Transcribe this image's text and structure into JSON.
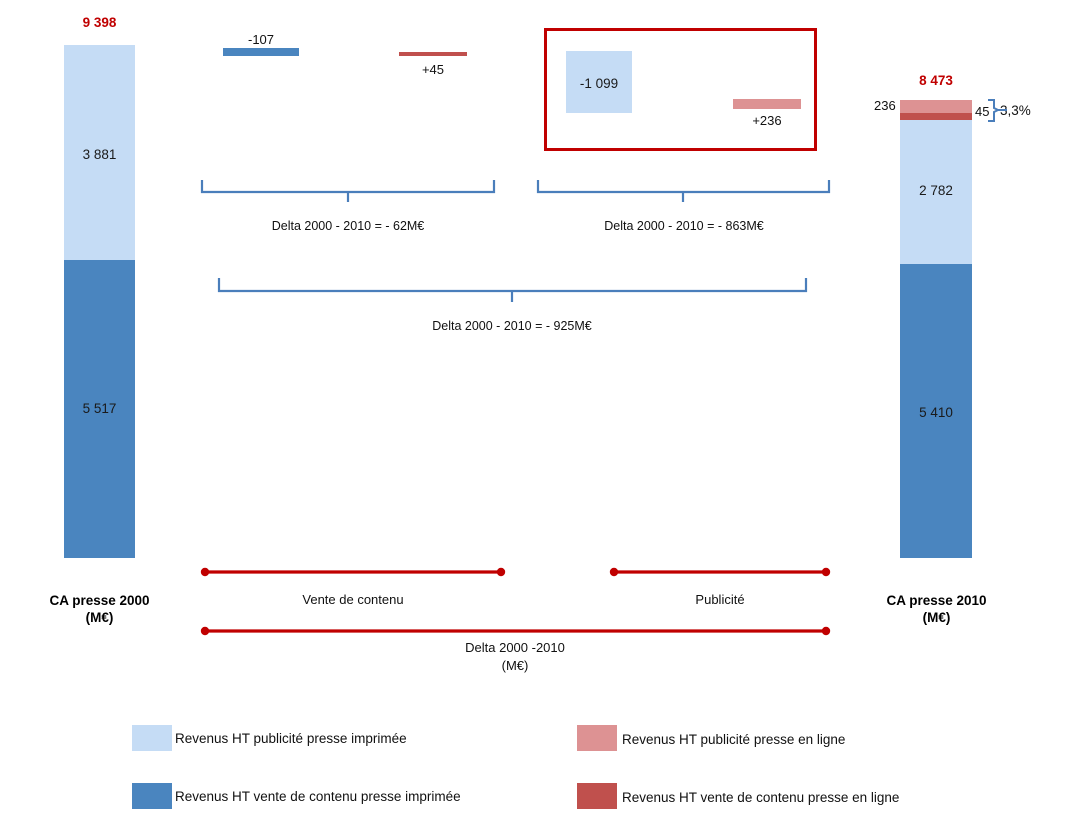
{
  "chart_data": {
    "type": "bar",
    "title": "",
    "subtitle": "",
    "xlabel": "",
    "ylabel": "",
    "currency_unit": "M€",
    "columns": [
      {
        "name": "CA presse 2000",
        "axis_label_line1": "CA presse 2000",
        "axis_label_line2": "(M€)",
        "total_label": "9 398",
        "total_value": 9398,
        "segments": [
          {
            "name": "Revenus HT publicité presse imprimée",
            "label": "3 881",
            "value": 3881,
            "color": "#c5dcf5"
          },
          {
            "name": "Revenus HT vente de contenu presse imprimée",
            "label": "5 517",
            "value": 5517,
            "color": "#4a85bf"
          }
        ]
      },
      {
        "name": "CA presse 2010",
        "axis_label_line1": "CA presse 2010",
        "axis_label_line2": "(M€)",
        "total_label": "8 473",
        "total_value": 8473,
        "percent_online_label": "3,3%",
        "segments": [
          {
            "name": "Revenus HT publicité presse en ligne",
            "label": "236",
            "value": 236,
            "color": "#dd9293"
          },
          {
            "name": "Revenus HT vente de contenu presse en ligne",
            "label": "45",
            "value": 45,
            "color": "#c0504d"
          },
          {
            "name": "Revenus HT publicité presse imprimée",
            "label": "2 782",
            "value": 2782,
            "color": "#c5dcf5"
          },
          {
            "name": "Revenus HT vente de contenu presse imprimée",
            "label": "5 410",
            "value": 5410,
            "color": "#4a85bf"
          }
        ]
      }
    ],
    "variation_bars": [
      {
        "name": "vente-contenu-imprimee-delta",
        "label": "-107",
        "value": -107,
        "color": "#4a85bf",
        "group": "Vente de contenu"
      },
      {
        "name": "vente-contenu-en-ligne-delta",
        "label": "+45",
        "value": 45,
        "color": "#c0504d",
        "group": "Vente de contenu"
      },
      {
        "name": "publicite-imprimee-delta",
        "label": "-1 099",
        "value": -1099,
        "color": "#c5dcf5",
        "group": "Publicité"
      },
      {
        "name": "publicite-en-ligne-delta",
        "label": "+236",
        "value": 236,
        "color": "#dd9293",
        "group": "Publicité"
      }
    ],
    "highlight_box": {
      "name": "publicite-highlight",
      "color": "#c00000"
    },
    "brackets": [
      {
        "name": "delta-vente-contenu",
        "text": "Delta 2000 - 2010 = - 62M€",
        "value": -62
      },
      {
        "name": "delta-publicite",
        "text": "Delta 2000 - 2010 = - 863M€",
        "value": -863
      },
      {
        "name": "delta-total",
        "text": "Delta 2000 - 2010 = - 925M€",
        "value": -925
      }
    ],
    "category_axes": [
      {
        "name": "vente-de-contenu",
        "label": "Vente de contenu"
      },
      {
        "name": "publicite",
        "label": "Publicité"
      },
      {
        "name": "delta-total-axis",
        "label_line1": "Delta 2000 -2010",
        "label_line2": "(M€)"
      }
    ],
    "legend": {
      "position": "bottom",
      "items": [
        {
          "label": "Revenus HT publicité presse imprimée",
          "color": "#c5dcf5"
        },
        {
          "label": "Revenus HT publicité presse en ligne",
          "color": "#dd9293"
        },
        {
          "label": "Revenus HT vente de contenu presse imprimée",
          "color": "#4a85bf"
        },
        {
          "label": "Revenus HT vente de contenu presse en ligne",
          "color": "#c0504d"
        }
      ]
    },
    "colors": {
      "light_blue": "#c5dcf5",
      "dark_blue": "#4a85bf",
      "light_red": "#dd9293",
      "dark_red": "#c0504d",
      "accent_red": "#c00000",
      "bracket_blue": "#4a7ebb"
    }
  }
}
